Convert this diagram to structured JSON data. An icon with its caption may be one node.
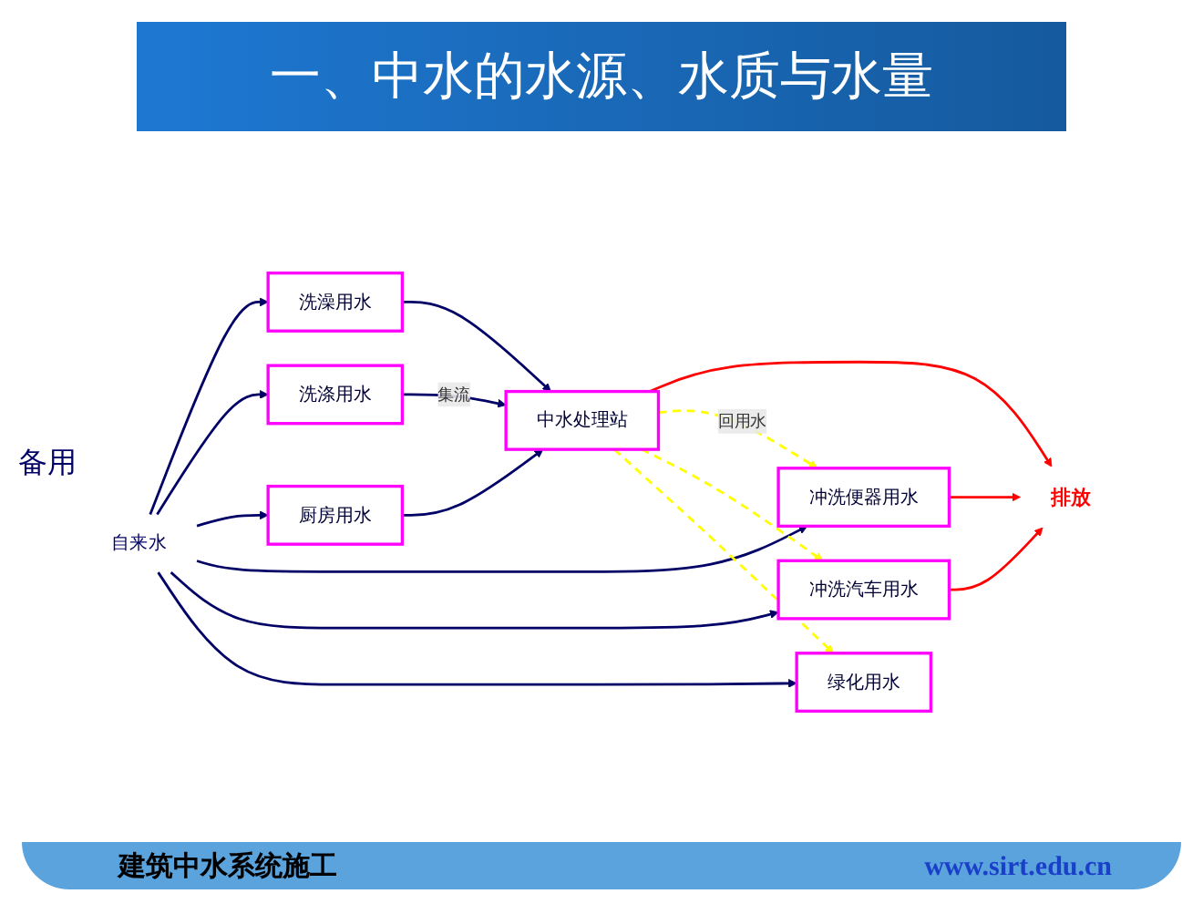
{
  "diagram": {
    "title": "一、中水的水源、水质与水量",
    "nodes": [
      {
        "text": [
          "自来水"
        ]
      },
      {
        "text": [
          "洗澡用水"
        ]
      },
      {
        "text": [
          "洗涤用水"
        ]
      },
      {
        "text": [
          "厨房用水"
        ]
      },
      {
        "text": [
          "冲洗便器用水"
        ]
      },
      {
        "text": [
          "冲洗汽车用水"
        ]
      },
      {
        "text": [
          "绿化用水"
        ]
      },
      {
        "text": [
          "中水处理站"
        ]
      },
      {
        "text": [
          "排放"
        ]
      }
    ],
    "edges": [
      {
        "from": 0,
        "to": 1,
        "arrow": "to"
      },
      {
        "from": 0,
        "to": 2,
        "arrow": "to"
      },
      {
        "from": 0,
        "to": 3,
        "arrow": "to"
      },
      {
        "from": 0,
        "to": 4,
        "arrow": "to"
      },
      {
        "from": 0,
        "to": 5,
        "arrow": "to"
      },
      {
        "from": 0,
        "to": 6,
        "arrow": "to"
      },
      {
        "from": 1,
        "to": 7,
        "arrow": "to"
      },
      {
        "from": 2,
        "to": 7,
        "arrow": "to",
        "label": "集流"
      },
      {
        "from": 3,
        "to": 7,
        "arrow": "to"
      },
      {
        "from": 7,
        "to": 8,
        "arrow": "to",
        "color": "#ff0000"
      },
      {
        "from": 4,
        "to": 8,
        "arrow": "to",
        "color": "#ff0000"
      },
      {
        "from": 5,
        "to": 8,
        "arrow": "to",
        "color": "#ff0000"
      },
      {
        "from": 7,
        "to": 4,
        "arrow": "to",
        "style": "dashed",
        "color": "#ffff00",
        "label": "回用水"
      },
      {
        "from": 7,
        "to": 5,
        "arrow": "to",
        "style": "dashed",
        "color": "#ffff00"
      },
      {
        "from": 7,
        "to": 6,
        "arrow": "to",
        "style": "dashed",
        "color": "#ffff00"
      }
    ],
    "labels": [
      "备用",
      "建筑中水系统施工",
      "www.sirt.edu.cn"
    ]
  }
}
